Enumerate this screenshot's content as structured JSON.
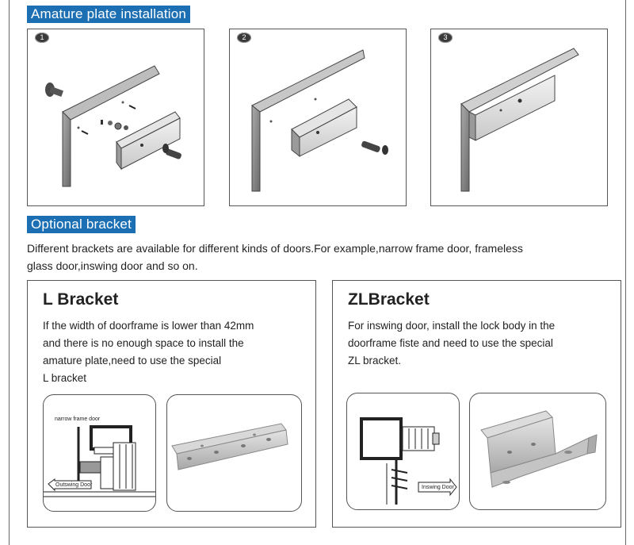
{
  "installation": {
    "title": "Amature plate installation",
    "steps": [
      {
        "number": "1",
        "icon": "exploded-armature-plate-diagram"
      },
      {
        "number": "2",
        "icon": "armature-plate-approach-diagram"
      },
      {
        "number": "3",
        "icon": "armature-plate-installed-diagram"
      }
    ]
  },
  "optional": {
    "title": "Optional bracket",
    "intro_lines": [
      "Different brackets are available for different kinds of doors.For example,narrow frame door, frameless",
      "glass door,inswing door and so on."
    ]
  },
  "l_bracket": {
    "title": "L Bracket",
    "lines": [
      "If the width of doorframe is lower than 42mm",
      "and there is no enough space to install the",
      "amature plate,need to use the special",
      "L bracket"
    ],
    "diagram_label_frame": "narrow frame door",
    "diagram_label_door": "Outswing Door"
  },
  "zl_bracket": {
    "title": "ZLBracket",
    "lines": [
      "For inswing door, install the lock body in the",
      "doorframe fiste and need to use the special",
      "ZL bracket."
    ],
    "diagram_label_door": "Inswing Door"
  },
  "colors": {
    "accent": "#1c6fb3",
    "border": "#555555",
    "frame_gray": "#8a8a8a"
  }
}
